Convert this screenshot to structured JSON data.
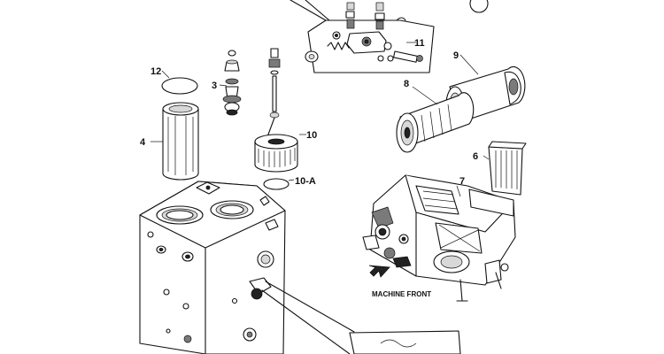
{
  "callouts": {
    "c12": "12",
    "c3": "3",
    "c4": "4",
    "c10": "10",
    "c10a": "10-A",
    "c11": "11",
    "c9": "9",
    "c8": "8",
    "c6": "6",
    "c7": "7"
  },
  "caption": "MACHINE FRONT",
  "icons": {
    "direction_arrow": "arrow-down-left-icon"
  }
}
